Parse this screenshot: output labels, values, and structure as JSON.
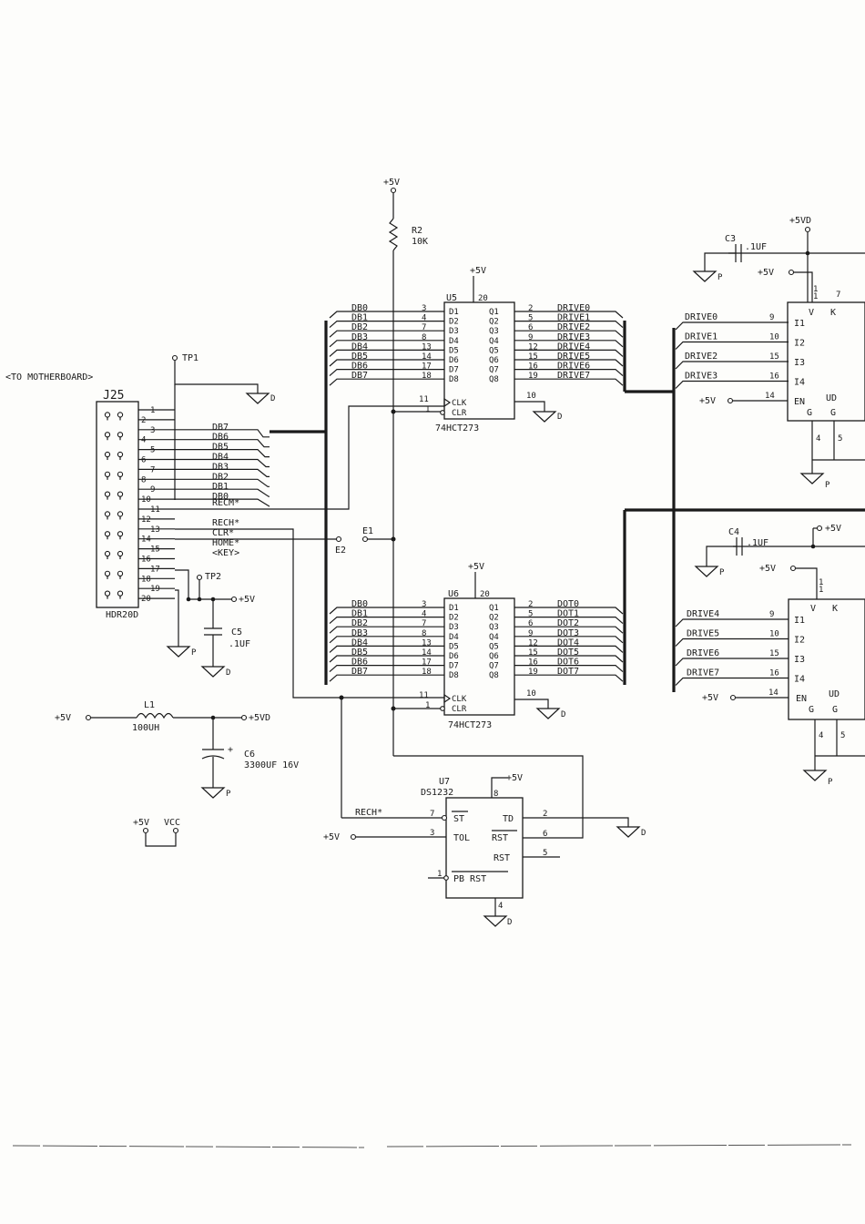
{
  "supply": {
    "vcc": "+5V",
    "vcc_d": "+5VD"
  },
  "grounds": {
    "d": "D",
    "p": "P"
  },
  "top_supply": {
    "label": "+5V"
  },
  "r2": {
    "ref": "R2",
    "value": "10K"
  },
  "tp1": {
    "label": "TP1"
  },
  "tp2": {
    "label": "TP2"
  },
  "motherboard": {
    "label": "<TO MOTHERBOARD>"
  },
  "j25": {
    "ref": "J25",
    "type": "HDR20D",
    "pins": [
      "1",
      "2",
      "3",
      "4",
      "5",
      "6",
      "7",
      "8",
      "9",
      "10",
      "11",
      "12",
      "13",
      "14",
      "15",
      "16",
      "17",
      "18",
      "19",
      "20"
    ],
    "signals": [
      "DB7",
      "DB6",
      "DB5",
      "DB4",
      "DB3",
      "DB2",
      "DB1",
      "DB0",
      "RECM*",
      "RECH*",
      "CLR*",
      "HOME*",
      "<KEY>"
    ]
  },
  "e1": {
    "label": "E1"
  },
  "e2": {
    "label": "E2"
  },
  "c5": {
    "ref": "C5",
    "value": ".1UF"
  },
  "l1": {
    "ref": "L1",
    "value": "100UH",
    "in": "+5V",
    "out": "+5VD"
  },
  "c6": {
    "ref": "C6",
    "value": "3300UF  16V",
    "polarity": "+"
  },
  "jumper": {
    "a": "+5V",
    "b": "VCC"
  },
  "u5": {
    "ref": "U5",
    "type": "74HCT273",
    "pin_vcc": "20",
    "pin_gnd": "10",
    "d_pins": [
      "3",
      "4",
      "7",
      "8",
      "13",
      "14",
      "17",
      "18"
    ],
    "q_pins": [
      "2",
      "5",
      "6",
      "9",
      "12",
      "15",
      "16",
      "19"
    ],
    "d_names": [
      "D1",
      "D2",
      "D3",
      "D4",
      "D5",
      "D6",
      "D7",
      "D8"
    ],
    "q_names": [
      "Q1",
      "Q2",
      "Q3",
      "Q4",
      "Q5",
      "Q6",
      "Q7",
      "Q8"
    ],
    "in_nets": [
      "DB0",
      "DB1",
      "DB2",
      "DB3",
      "DB4",
      "DB5",
      "DB6",
      "DB7"
    ],
    "out_nets": [
      "DRIVE0",
      "DRIVE1",
      "DRIVE2",
      "DRIVE3",
      "DRIVE4",
      "DRIVE5",
      "DRIVE6",
      "DRIVE7"
    ],
    "clk": "CLK",
    "clk_pin": "11",
    "clr": "CLR",
    "clr_pin": "1"
  },
  "u6": {
    "ref": "U6",
    "type": "74HCT273",
    "pin_vcc": "20",
    "pin_gnd": "10",
    "d_pins": [
      "3",
      "4",
      "7",
      "8",
      "13",
      "14",
      "17",
      "18"
    ],
    "q_pins": [
      "2",
      "5",
      "6",
      "9",
      "12",
      "15",
      "16",
      "19"
    ],
    "d_names": [
      "D1",
      "D2",
      "D3",
      "D4",
      "D5",
      "D6",
      "D7",
      "D8"
    ],
    "q_names": [
      "Q1",
      "Q2",
      "Q3",
      "Q4",
      "Q5",
      "Q6",
      "Q7",
      "Q8"
    ],
    "in_nets": [
      "DB0",
      "DB1",
      "DB2",
      "DB3",
      "DB4",
      "DB5",
      "DB6",
      "DB7"
    ],
    "out_nets": [
      "DOT0",
      "DOT1",
      "DOT2",
      "DOT3",
      "DOT4",
      "DOT5",
      "DOT6",
      "DOT7"
    ],
    "clk": "CLK",
    "clk_pin": "11",
    "clr": "CLR",
    "clr_pin": "1"
  },
  "u7": {
    "ref": "U7",
    "type": "DS1232",
    "left": [
      {
        "pin": "7",
        "name": "ST"
      },
      {
        "pin": "3",
        "name": "TOL"
      },
      {
        "pin": "1",
        "name": "PB RST"
      }
    ],
    "right": [
      {
        "pin": "2",
        "name": "TD"
      },
      {
        "pin": "6",
        "name": "RST"
      },
      {
        "pin": "5",
        "name": "RST"
      }
    ],
    "pin_vcc": "8",
    "pin_gnd": "4",
    "st_net": "RECH*",
    "tol_net": "+5V"
  },
  "c3": {
    "ref": "C3",
    "value": ".1UF"
  },
  "c4": {
    "ref": "C4",
    "value": ".1UF"
  },
  "udn_a": {
    "ref": "UD",
    "inputs": [
      "DRIVE0",
      "DRIVE1",
      "DRIVE2",
      "DRIVE3"
    ],
    "pins": [
      "9",
      "10",
      "15",
      "16"
    ],
    "names": [
      "I1",
      "I2",
      "I3",
      "I4"
    ],
    "en": "EN",
    "en_pin": "14",
    "en_net": "+5V",
    "vk": "V",
    "kk": "K",
    "v_pin": "1",
    "v_pin2": "1",
    "k_pin": "7",
    "g": "G",
    "g_pins": [
      "4",
      "5"
    ]
  },
  "udn_b": {
    "ref": "UD",
    "inputs": [
      "DRIVE4",
      "DRIVE5",
      "DRIVE6",
      "DRIVE7"
    ],
    "pins": [
      "9",
      "10",
      "15",
      "16"
    ],
    "names": [
      "I1",
      "I2",
      "I3",
      "I4"
    ],
    "en": "EN",
    "en_pin": "14",
    "en_net": "+5V",
    "vk": "V",
    "kk": "K",
    "v_pin": "1",
    "v_pin2": "1",
    "k_pin": "",
    "g": "G",
    "g_pins": [
      "4",
      "5"
    ]
  }
}
